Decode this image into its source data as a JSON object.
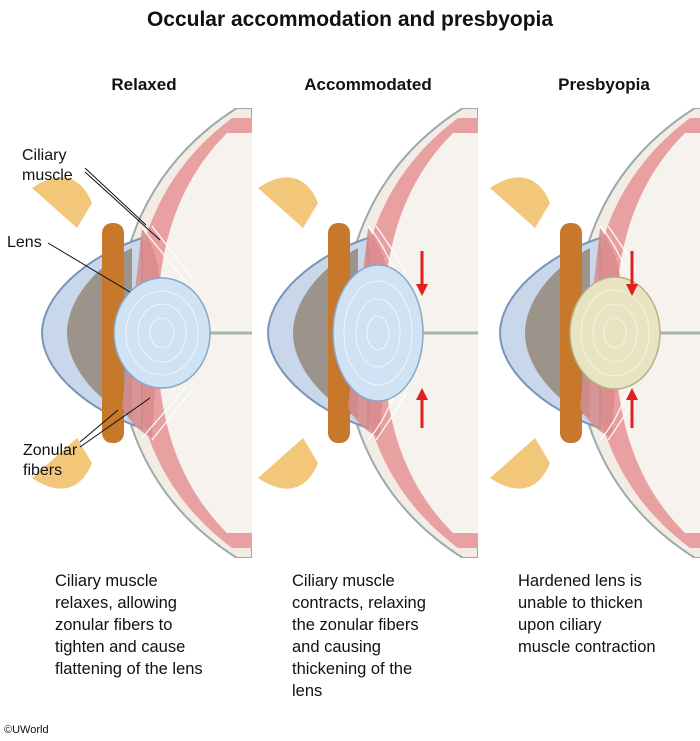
{
  "title": "Occular accommodation and presbyopia",
  "columns": [
    {
      "heading": "Relaxed",
      "caption": [
        "Ciliary muscle",
        "relaxes, allowing",
        "zonular fibers to",
        "tighten and cause",
        "flattening of the lens"
      ]
    },
    {
      "heading": "Accommodated",
      "caption": [
        "Ciliary muscle",
        "contracts, relaxing",
        "the zonular fibers",
        "and causing",
        "thickening of the",
        "lens"
      ]
    },
    {
      "heading": "Presbyopia",
      "caption": [
        "Hardened lens is",
        "unable to thicken",
        "upon ciliary",
        "muscle contraction"
      ]
    }
  ],
  "labels": {
    "ciliary_muscle": [
      "Ciliary",
      "muscle"
    ],
    "lens": "Lens",
    "zonular_fibers": [
      "Zonular",
      "fibers"
    ]
  },
  "copyright": "©UWorld",
  "colors": {
    "sclera": "#c9d7ea",
    "muscle": "#d98a8a",
    "iris": "#c8782a",
    "lens_clear": "#cfe3f4",
    "lens_hardened": "#e8e3c0",
    "arrow": "#e02020"
  }
}
